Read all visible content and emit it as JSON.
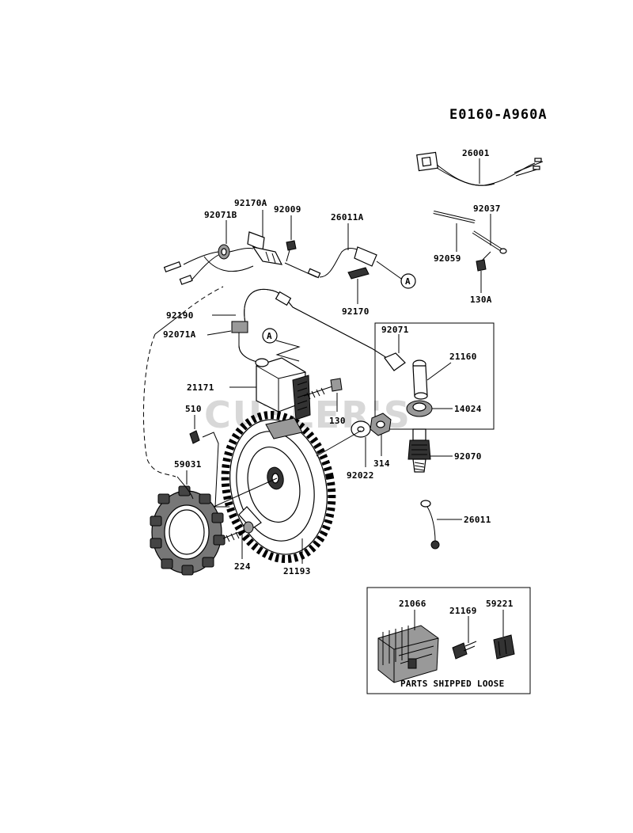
{
  "diagram_id": "E0160-A960A",
  "watermark": "CUTLER'S",
  "parts_box_caption": "PARTS SHIPPED LOOSE",
  "reference_marker": "A",
  "labels": {
    "p26001": "26001",
    "p92037": "92037",
    "p92059": "92059",
    "p130A": "130A",
    "p92170A": "92170A",
    "p92009": "92009",
    "p92071B": "92071B",
    "p26011A": "26011A",
    "p92170": "92170",
    "p92190": "92190",
    "p92071A": "92071A",
    "p92071": "92071",
    "p21160": "21160",
    "p21171": "21171",
    "p14024": "14024",
    "p510": "510",
    "p130": "130",
    "p314": "314",
    "p92022": "92022",
    "p92070": "92070",
    "p59031": "59031",
    "p26011": "26011",
    "p224": "224",
    "p21193": "21193",
    "p21066": "21066",
    "p21169": "21169",
    "p59221": "59221"
  },
  "icons": [
    "connector-icon",
    "wire-harness-icon",
    "ignition-coil-icon",
    "flywheel-icon",
    "stator-icon",
    "spark-plug-icon",
    "regulator-icon",
    "bolt-icon",
    "washer-icon",
    "nut-icon"
  ]
}
